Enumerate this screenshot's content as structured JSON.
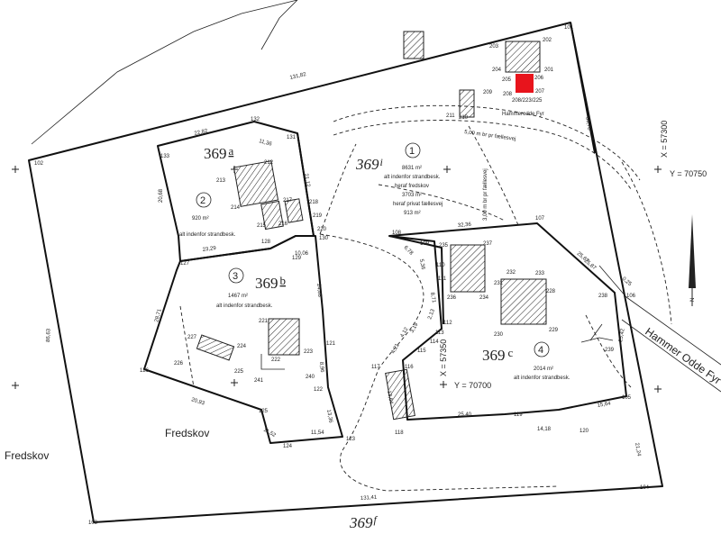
{
  "parcels": [
    {
      "main": "369",
      "suffix": "a"
    },
    {
      "main": "369",
      "suffix": "b"
    },
    {
      "main": "369",
      "suffix": "c"
    },
    {
      "main": "369",
      "suffix": "i"
    },
    {
      "main": "369",
      "suffix": "f"
    }
  ],
  "lots": [
    {
      "n": "1",
      "lines": [
        "8631 m²",
        "alt indenfor strandbesk.",
        "heraf fredskov",
        "3703 m²",
        "heraf privat fællesvej",
        "913 m²"
      ]
    },
    {
      "n": "2",
      "lines": [
        "920 m²",
        "alt indenfor strandbesk."
      ]
    },
    {
      "n": "3",
      "lines": [
        "1467 m²",
        "alt indenfor strandbesk."
      ]
    },
    {
      "n": "4",
      "lines": [
        "2014 m²",
        "alt indenfor strandbesk."
      ]
    }
  ],
  "labels": {
    "fredskov_left": "Fredskov",
    "fredskov_center": "Fredskov",
    "road_right": "Hammer Odde Fyr",
    "lighthouse": "Hammerodde Fyr",
    "path_note": "5,00 m br pr fællesvej",
    "strip_note": "3,00 m br pr fællesvej",
    "north": "N"
  },
  "coords": {
    "x_top": "X = 57300",
    "y_right": "Y = 70750",
    "x_mid": "X = 57350",
    "y_mid": "Y = 70700"
  },
  "point_numbers": [
    "101",
    "102",
    "103",
    "104",
    "105",
    "106",
    "107",
    "108",
    "109",
    "110",
    "111",
    "112",
    "113",
    "114",
    "115",
    "116",
    "117",
    "118",
    "119",
    "120",
    "121",
    "122",
    "123",
    "124",
    "125",
    "126",
    "127",
    "128",
    "129",
    "130",
    "131",
    "132",
    "133",
    "201",
    "202",
    "203",
    "204",
    "205",
    "206",
    "207",
    "208",
    "209",
    "210",
    "211",
    "212",
    "213",
    "214",
    "215",
    "216",
    "217",
    "218",
    "219",
    "220",
    "221",
    "222",
    "223",
    "224",
    "225",
    "226",
    "227",
    "228",
    "229",
    "230",
    "231",
    "232",
    "233",
    "234",
    "235",
    "236",
    "237",
    "238",
    "239",
    "240",
    "241"
  ],
  "lighthouse_points": "208/223/225",
  "dimensions": [
    "131,82",
    "22,82",
    "11,36",
    "20,68",
    "23,29",
    "10,06",
    "24,88",
    "28,71",
    "20,93",
    "11,52",
    "11,54",
    "13,36",
    "8,96",
    "86,63",
    "131,41",
    "65,78",
    "21,24",
    "25,67",
    "32,36",
    "25,87",
    "6,78",
    "5,36",
    "8,71",
    "2,13",
    "4,12",
    "3,19",
    "4,21",
    "13,64",
    "25,40",
    "14,18",
    "15,64",
    "25,42",
    "0,25",
    "21,12"
  ]
}
